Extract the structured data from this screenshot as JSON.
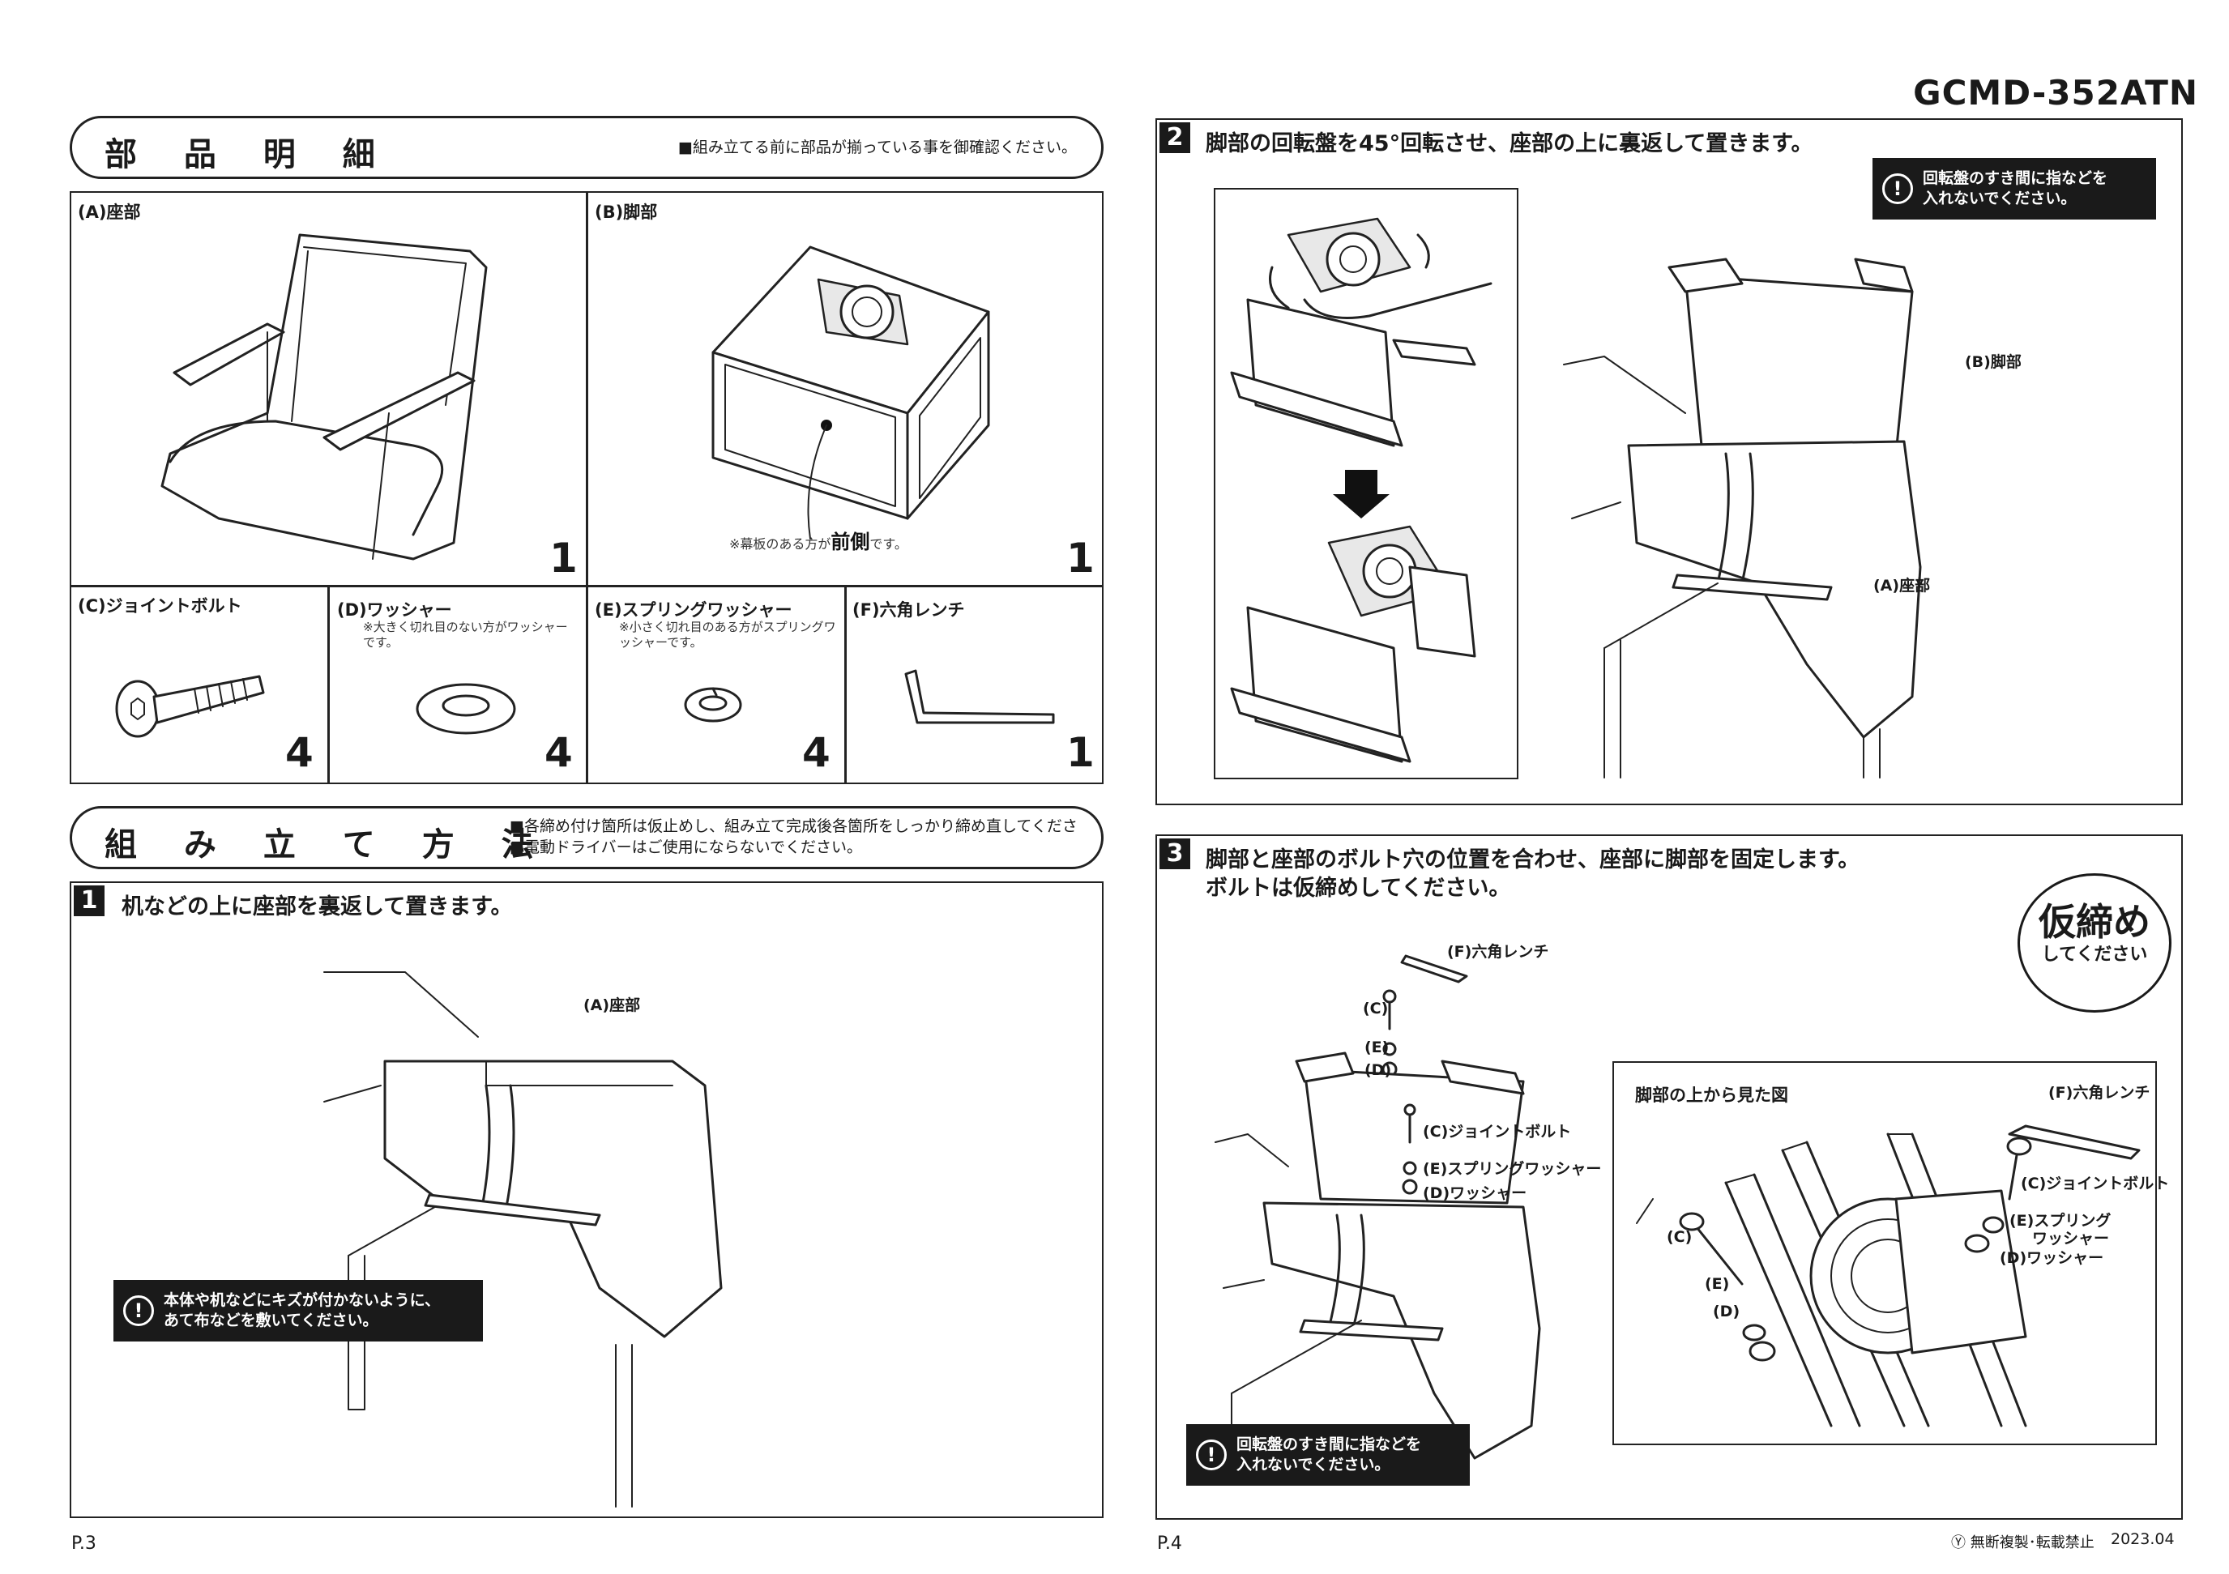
{
  "header": {
    "model": "GCMD-352ATN"
  },
  "parts": {
    "title": "部 品 明 細",
    "note": "■組み立てる前に部品が揃っている事を御確認ください。",
    "items": [
      {
        "label": "(A)座部",
        "qty": "1"
      },
      {
        "label": "(B)脚部",
        "qty": "1",
        "note_prefix": "※幕板のある方が",
        "note_emph": "前側",
        "note_suffix": "です。"
      },
      {
        "label": "(C)ジョイントボルト",
        "qty": "4"
      },
      {
        "label": "(D)ワッシャー",
        "qty": "4",
        "note": "※大きく切れ目のない方がワッシャーです。"
      },
      {
        "label": "(E)スプリングワッシャー",
        "qty": "4",
        "note": "※小さく切れ目のある方がスプリングワッシャーです。"
      },
      {
        "label": "(F)六角レンチ",
        "qty": "1"
      }
    ]
  },
  "assembly": {
    "title": "組 み 立 て 方 法",
    "notes": [
      "■各締め付け箇所は仮止めし、組み立て完成後各箇所をしっかり締め直してください。",
      "■電動ドライバーはご使用にならないでください。"
    ]
  },
  "step1": {
    "num": "1",
    "text": "机などの上に座部を裏返して置きます。",
    "callout": "(A)座部",
    "warning": [
      "本体や机などにキズが付かないように、",
      "あて布などを敷いてください。"
    ]
  },
  "step2": {
    "num": "2",
    "text": "脚部の回転盤を45°回転させ、座部の上に裏返して置きます。",
    "warning": [
      "回転盤のすき間に指などを",
      "入れないでください。"
    ],
    "callout_b": "(B)脚部",
    "callout_a": "(A)座部"
  },
  "step3": {
    "num": "3",
    "text_lines": [
      "脚部と座部のボルト穴の位置を合わせ、座部に脚部を固定します。",
      "ボルトは仮締めしてください。"
    ],
    "badge_main": "仮締め",
    "badge_sub": "してください",
    "callouts": {
      "f": "(F)六角レンチ",
      "c": "(C)",
      "e": "(E)",
      "d": "(D)",
      "c_full": "(C)ジョイントボルト",
      "e_full": "(E)スプリングワッシャー",
      "d_full": "(D)ワッシャー"
    },
    "inset": {
      "title": "脚部の上から見た図",
      "f": "(F)六角レンチ",
      "c_full": "(C)ジョイントボルト",
      "e_full_1": "(E)スプリング",
      "e_full_2": "ワッシャー",
      "d_full": "(D)ワッシャー",
      "c": "(C)",
      "e": "(E)",
      "d": "(D)"
    },
    "warning": [
      "回転盤のすき間に指などを",
      "入れないでください。"
    ]
  },
  "footer": {
    "page_left": "P.3",
    "page_right": "P.4",
    "copyright": "Ⓨ 無断複製･転載禁止",
    "date": "2023.04"
  }
}
